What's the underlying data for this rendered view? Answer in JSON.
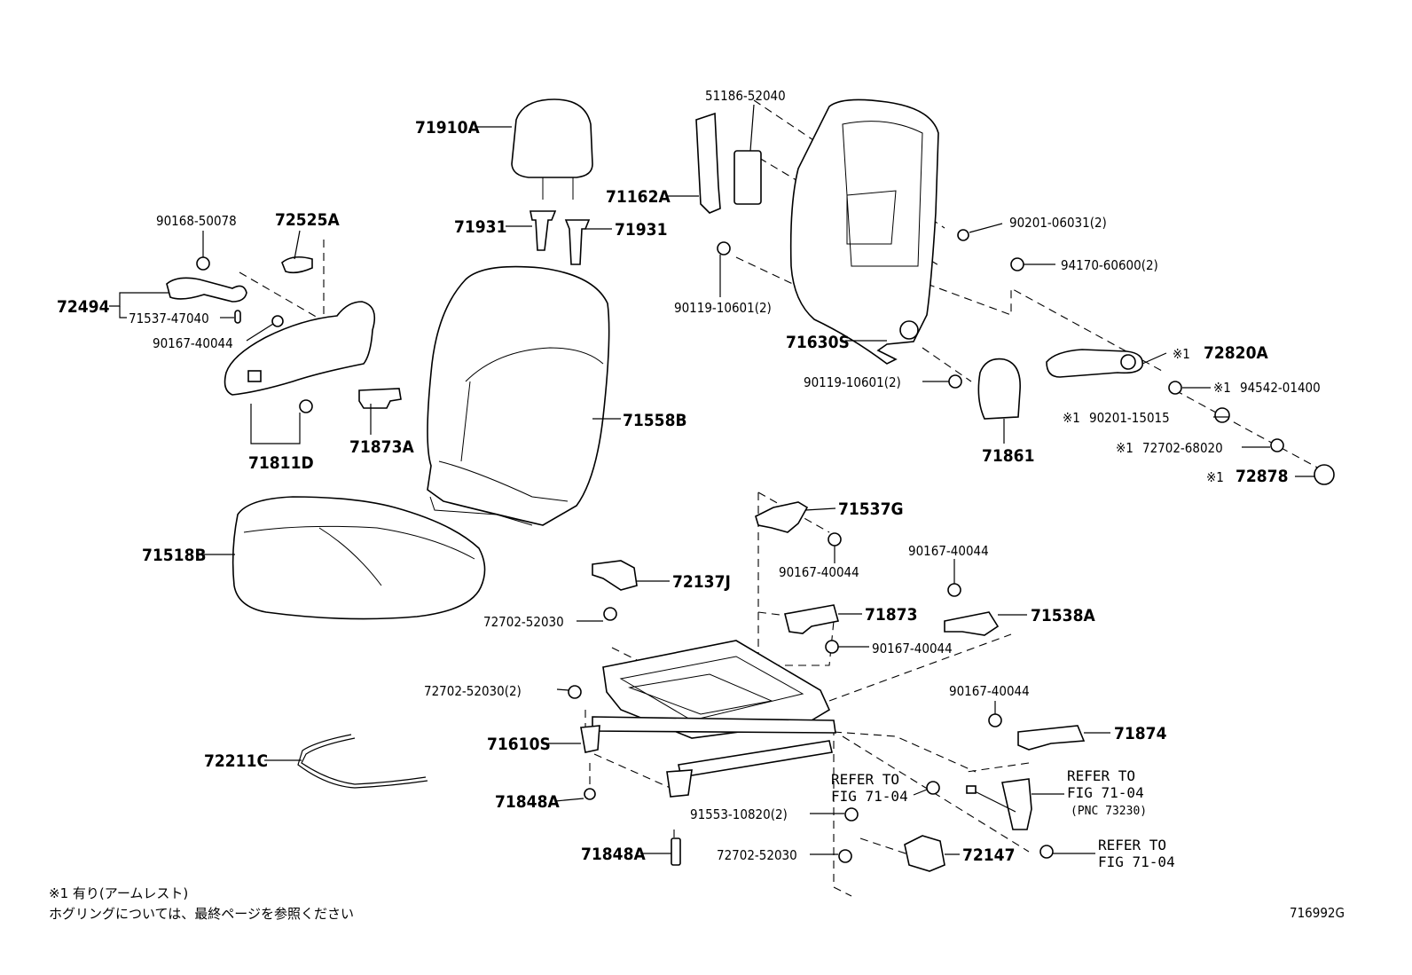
{
  "labels": {
    "headrest": "71910A",
    "headrest_guide_left": "71931",
    "headrest_guide_right": "71931",
    "seatback_cover": "71558B",
    "cushion_cover": "71518B",
    "shield_assy": "72494",
    "shield_clip": "71537-47040",
    "shield_screw_top": "90168-50078",
    "knob": "72525A",
    "shield_screw": "90167-40044",
    "shield_inner": "71811D",
    "bracket_small": "71873A",
    "lumbar_bracket": "71162A",
    "lumbar_pad": "51186-52040",
    "frame_bolt_upper": "90119-10601(2)",
    "seatback_frame": "71630S",
    "frame_bolt_lower": "90119-10601(2)",
    "washer_upper": "90201-06031(2)",
    "nut_upper": "94170-60600(2)",
    "armrest": "72820A",
    "armrest_nut": "94542-01400",
    "armrest_washer": "90201-15015",
    "armrest_bolt": "72702-68020",
    "armrest_cap": "72878",
    "recliner_cover": "71861",
    "hook_bracket": "71537G",
    "hook_bracket_screw": "90167-40044",
    "cushion_shield": "72137J",
    "adjuster_bolt_top": "72702-52030",
    "cushion_bracket": "71873",
    "cushion_bracket_screw": "90167-40044",
    "right_bracket_screw": "90167-40044",
    "right_bracket": "71538A",
    "adjuster_bolt_pair": "72702-52030(2)",
    "cushion_frame": "71610S",
    "spring_wire": "72211C",
    "stud_upper": "71848A",
    "stud_lower": "71848A",
    "side_bracket_screw": "90167-40044",
    "side_bracket": "71874",
    "refer_left": "REFER TO\nFIG 71-04",
    "bolt_pair_lower": "91553-10820(2)",
    "bolt_lower": "72702-52030",
    "shield_lower": "72147",
    "refer_belt": "REFER TO\nFIG 71-04",
    "refer_belt_pnc": "(PNC 73230)",
    "refer_nut": "REFER TO\nFIG 71-04"
  },
  "marks": {
    "m1": "※1",
    "m2": "※1",
    "m3": "※1",
    "m4": "※1",
    "m5": "※1"
  },
  "footnotes": {
    "line1": "※1 有り(アームレスト)",
    "line2": "ホグリングについては、最終ページを参照ください"
  },
  "figure_number": "716992G"
}
